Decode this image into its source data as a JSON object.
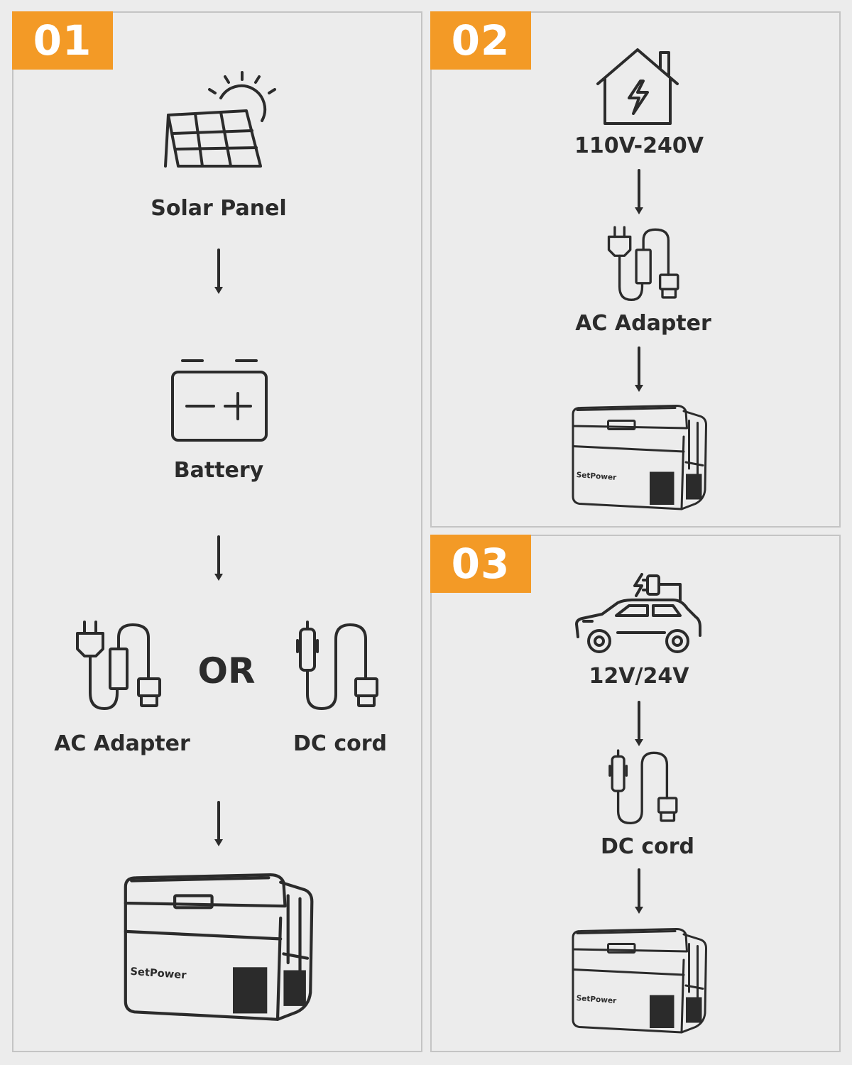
{
  "steps": [
    {
      "number": "01",
      "nodes": {
        "solar": "Solar Panel",
        "battery": "Battery",
        "ac_adapter": "AC Adapter",
        "or": "OR",
        "dc_cord": "DC cord"
      },
      "fridge_brand": "SetPower"
    },
    {
      "number": "02",
      "nodes": {
        "source": "110V-240V",
        "ac_adapter": "AC Adapter"
      },
      "fridge_brand": "SetPower"
    },
    {
      "number": "03",
      "nodes": {
        "source": "12V/24V",
        "dc_cord": "DC cord"
      },
      "fridge_brand": "SetPower"
    }
  ],
  "colors": {
    "badge": "#f39a26",
    "stroke": "#2b2b2b",
    "background": "#ececec",
    "border": "#c4c4c4"
  },
  "icons": [
    "solar-panel-icon",
    "battery-icon",
    "house-power-icon",
    "ac-adapter-icon",
    "dc-cord-icon",
    "car-charging-icon",
    "portable-fridge-icon"
  ]
}
